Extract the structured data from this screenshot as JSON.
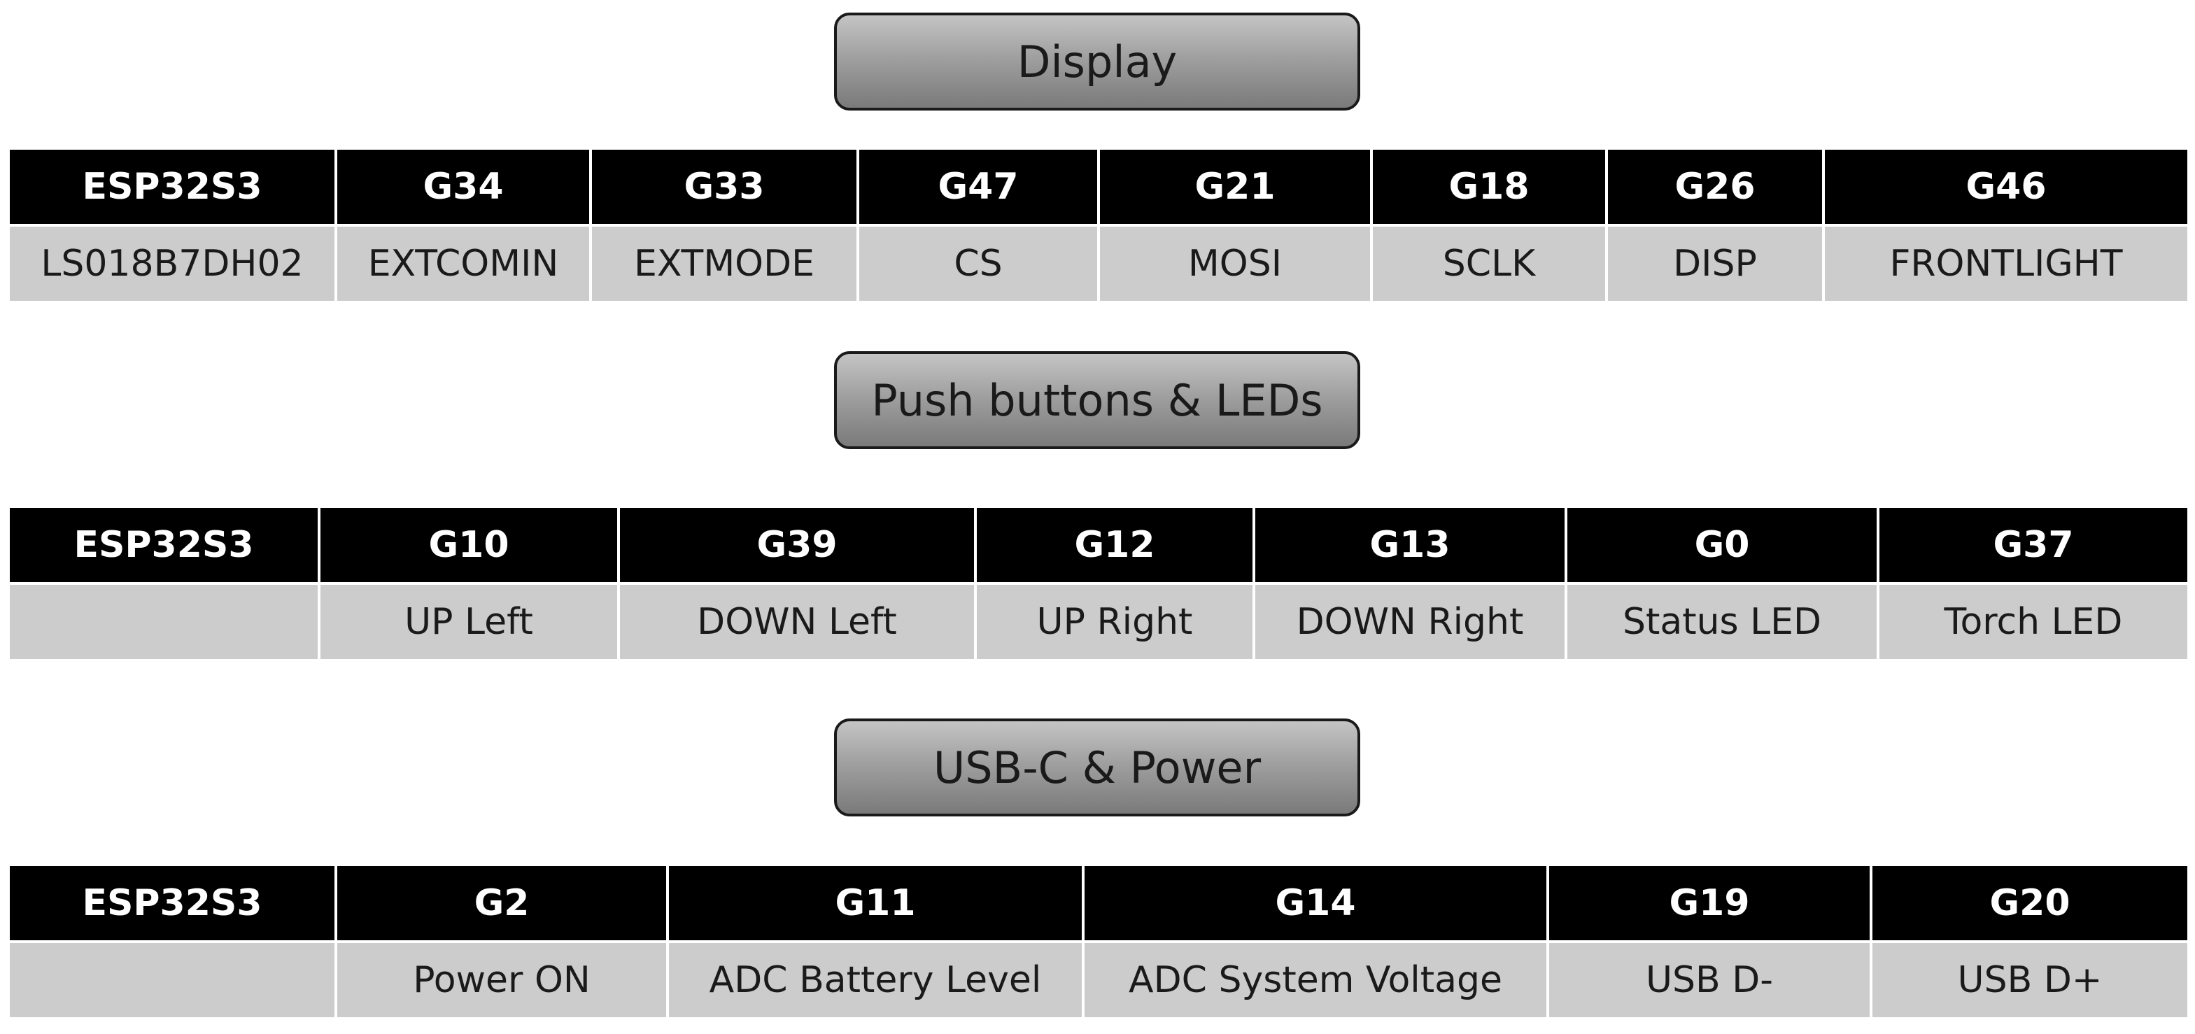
{
  "sections": [
    {
      "title": "Display",
      "headers": [
        "ESP32S3",
        "G34",
        "G33",
        "G47",
        "G21",
        "G18",
        "G26",
        "G46"
      ],
      "values": [
        "LS018B7DH02",
        "EXTCOMIN",
        "EXTMODE",
        "CS",
        "MOSI",
        "SCLK",
        "DISP",
        "FRONTLIGHT"
      ]
    },
    {
      "title": "Push buttons & LEDs",
      "headers": [
        "ESP32S3",
        "G10",
        "G39",
        "G12",
        "G13",
        "G0",
        "G37"
      ],
      "values": [
        "",
        "UP Left",
        "DOWN Left",
        "UP Right",
        "DOWN Right",
        "Status LED",
        "Torch LED"
      ]
    },
    {
      "title": "USB-C & Power",
      "headers": [
        "ESP32S3",
        "G2",
        "G11",
        "G14",
        "G19",
        "G20"
      ],
      "values": [
        "",
        "Power ON",
        "ADC Battery Level",
        "ADC System Voltage",
        "USB D-",
        "USB D+"
      ]
    }
  ],
  "colors": {
    "header_bg": "#000000",
    "header_text": "#ffffff",
    "cell_bg": "#cccccc",
    "cell_text": "#1a1a1a",
    "label_border": "#1a1a1a"
  }
}
